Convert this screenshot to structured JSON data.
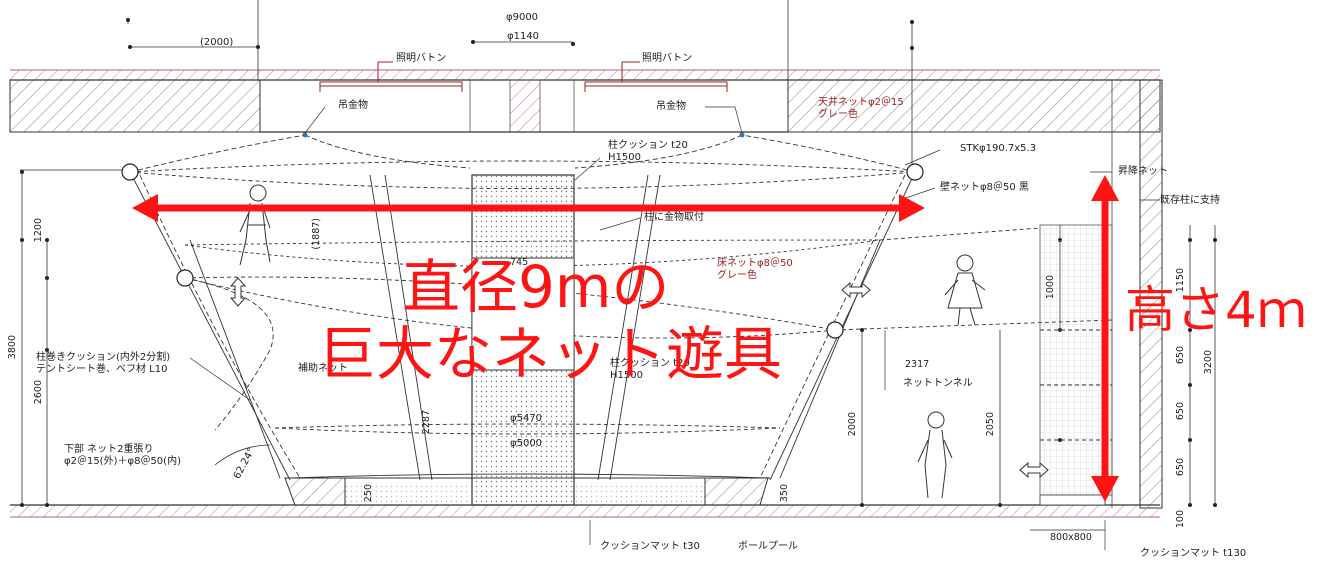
{
  "overlay": {
    "title_line1": "直径9mの",
    "title_line2": "巨大なネット遊具",
    "height_label": "高さ4ｍ",
    "accent_color": "#ff1414"
  },
  "labels": {
    "dia_9000": "φ9000",
    "dia_1140": "φ1140",
    "dim_2000_top": "(2000)",
    "lighting_batten_left": "照明バトン",
    "lighting_batten_right": "照明バトン",
    "hanger_left": "吊金物",
    "hanger_right": "吊金物",
    "ceiling_net_l1": "天井ネットφ2＠15",
    "ceiling_net_l2": "グレー色",
    "pillar_cushion_top_l1": "柱クッション t20",
    "pillar_cushion_top_l2": "H1500",
    "stk": "STKφ190.7x5.3",
    "wall_net": "壁ネットφ8＠50 黒",
    "pillar_fitting": "柱に金物取付",
    "floor_net_l1": "床ネットφ8＠50",
    "floor_net_l2": "グレー色",
    "lift_net": "昇降ネット",
    "existing_pillar": "既存柱に支持",
    "pillar_wrap_l1": "柱巻きクッション(内外2分割)",
    "pillar_wrap_l2": "テントシート巻、ベフ材 L10",
    "aux_net": "補助ネット",
    "pillar_cushion_mid_l1": "柱クッション t20",
    "pillar_cushion_mid_l2": "H1500",
    "net_tunnel": "ネットトンネル",
    "lower_net_l1": "下部 ネット2重張り",
    "lower_net_l2": "φ2＠15(外)＋φ8＠50(内)",
    "dia_5470": "φ5470",
    "dia_5000": "φ5000",
    "angle": "62.24°",
    "cushion_mat_t30": "クッションマット t30",
    "ball_pool": "ボールプール",
    "cushion_mat_t130": "クッションマット t130",
    "dim_800x800": "800x800",
    "dim_1200": "1200",
    "dim_3800": "3800",
    "dim_2600": "2600",
    "dim_1887": "(1887)",
    "dim_2287": "2287",
    "dim_2000": "2000",
    "dim_2050": "2050",
    "dim_2317": "2317",
    "dim_1000": "1000",
    "dim_1150": "1150",
    "dim_650a": "650",
    "dim_650b": "650",
    "dim_650c": "650",
    "dim_3200": "3200",
    "dim_100": "100",
    "dim_250": "250",
    "dim_350": "350",
    "dim_745": "745"
  }
}
